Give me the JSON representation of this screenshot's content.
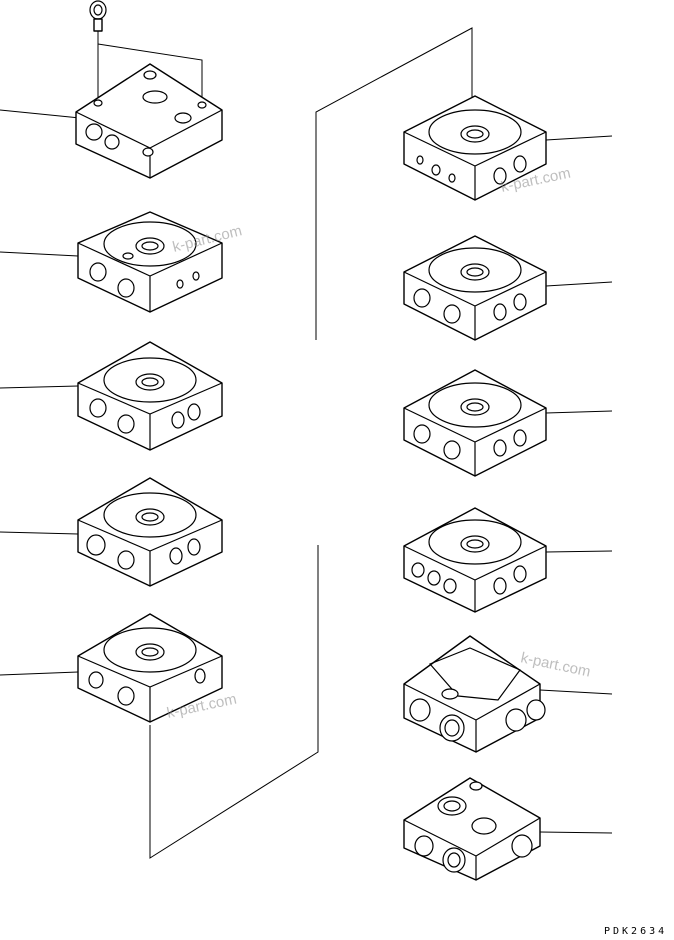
{
  "drawing": {
    "code": "PDK2634",
    "watermarks": [
      "k-part.com",
      "k-part.com",
      "k-part.com",
      "k-part.com"
    ]
  }
}
